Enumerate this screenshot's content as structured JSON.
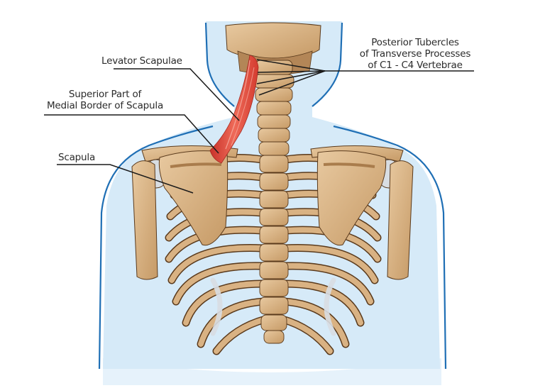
{
  "figure": {
    "subject": "Levator scapulae muscle, posterior view of neck, shoulders and thoracic cage",
    "colors": {
      "background": "#ffffff",
      "body_fill": "#d6eaf8",
      "body_outline": "#1f6fb5",
      "bone": "#d9b283",
      "bone_shadow": "#a97c4c",
      "bone_outline": "#5a3a1c",
      "cartilage": "#d8dde2",
      "muscle": "#e0463a",
      "muscle_light": "#f08a78",
      "leader_line": "#1a1a1a"
    }
  },
  "labels": {
    "posterior_tubercles": {
      "line1": "Posterior Tubercles",
      "line2": "of Transverse Processes",
      "line3": "of C1 - C4 Vertebrae"
    },
    "levator_scapulae": "Levator Scapulae",
    "superior_medial_border": {
      "line1": "Superior Part of",
      "line2": "Medial Border of Scapula"
    },
    "scapula": "Scapula"
  }
}
